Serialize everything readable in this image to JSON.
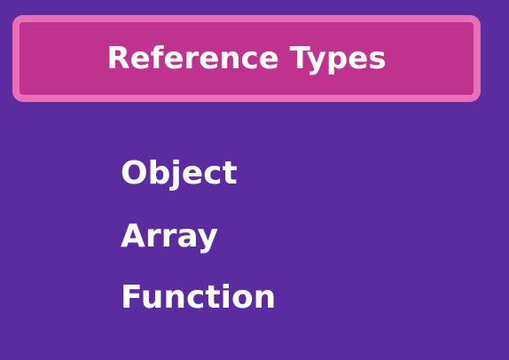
{
  "title": "Reference Types",
  "items": [
    "Object",
    "Array",
    "Function"
  ],
  "colors": {
    "background": "#5b2ba0",
    "title_fill": "#bf338f",
    "title_border": "#e86fb6",
    "text": "#ffffff"
  }
}
